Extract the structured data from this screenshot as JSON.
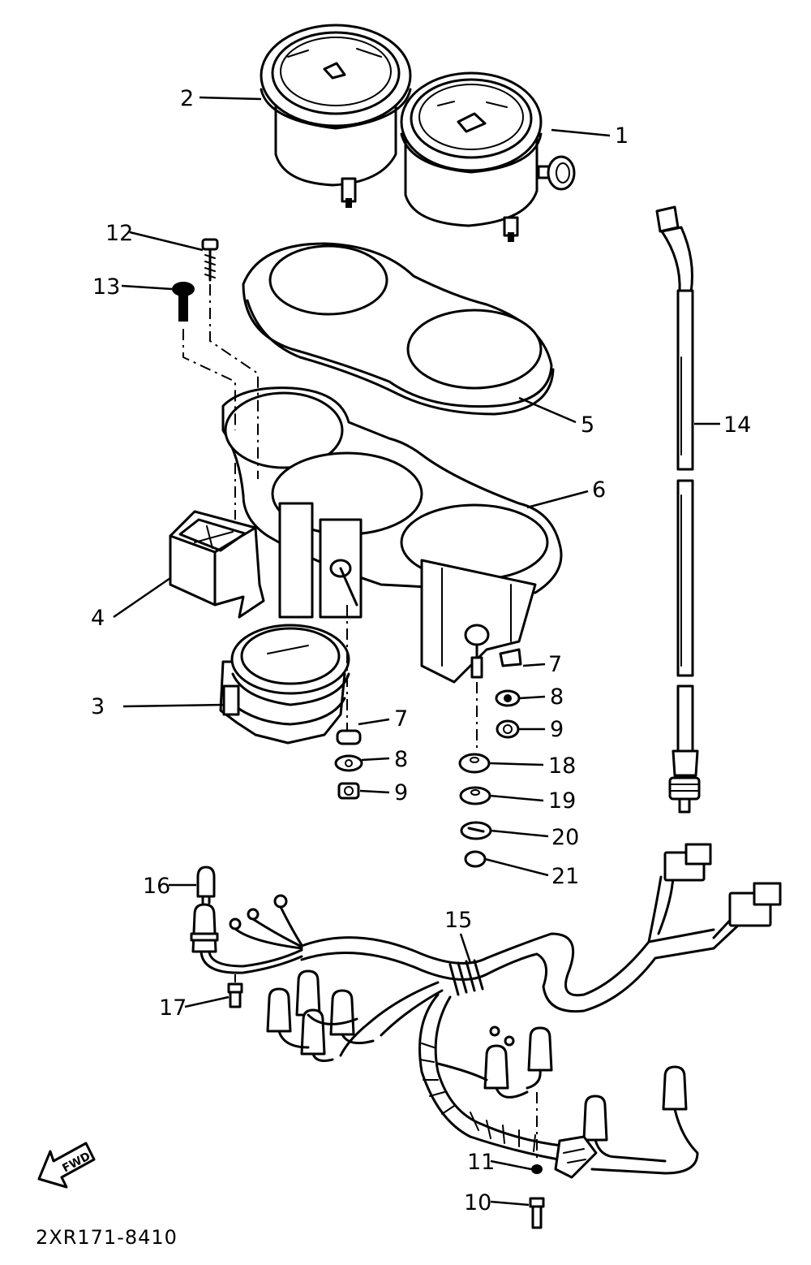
{
  "diagram": {
    "part_code": "2XR171-8410",
    "direction_arrow_label": "FWD",
    "callouts": [
      {
        "id": "1",
        "text": "1"
      },
      {
        "id": "2",
        "text": "2"
      },
      {
        "id": "3",
        "text": "3"
      },
      {
        "id": "4",
        "text": "4"
      },
      {
        "id": "5",
        "text": "5"
      },
      {
        "id": "6",
        "text": "6"
      },
      {
        "id": "7a",
        "text": "7"
      },
      {
        "id": "7b",
        "text": "7"
      },
      {
        "id": "8a",
        "text": "8"
      },
      {
        "id": "8b",
        "text": "8"
      },
      {
        "id": "9a",
        "text": "9"
      },
      {
        "id": "9b",
        "text": "9"
      },
      {
        "id": "10",
        "text": "10"
      },
      {
        "id": "11",
        "text": "11"
      },
      {
        "id": "12",
        "text": "12"
      },
      {
        "id": "13",
        "text": "13"
      },
      {
        "id": "14",
        "text": "14"
      },
      {
        "id": "15",
        "text": "15"
      },
      {
        "id": "16",
        "text": "16"
      },
      {
        "id": "17",
        "text": "17"
      },
      {
        "id": "18",
        "text": "18"
      },
      {
        "id": "19",
        "text": "19"
      },
      {
        "id": "20",
        "text": "20"
      },
      {
        "id": "21",
        "text": "21"
      }
    ]
  }
}
